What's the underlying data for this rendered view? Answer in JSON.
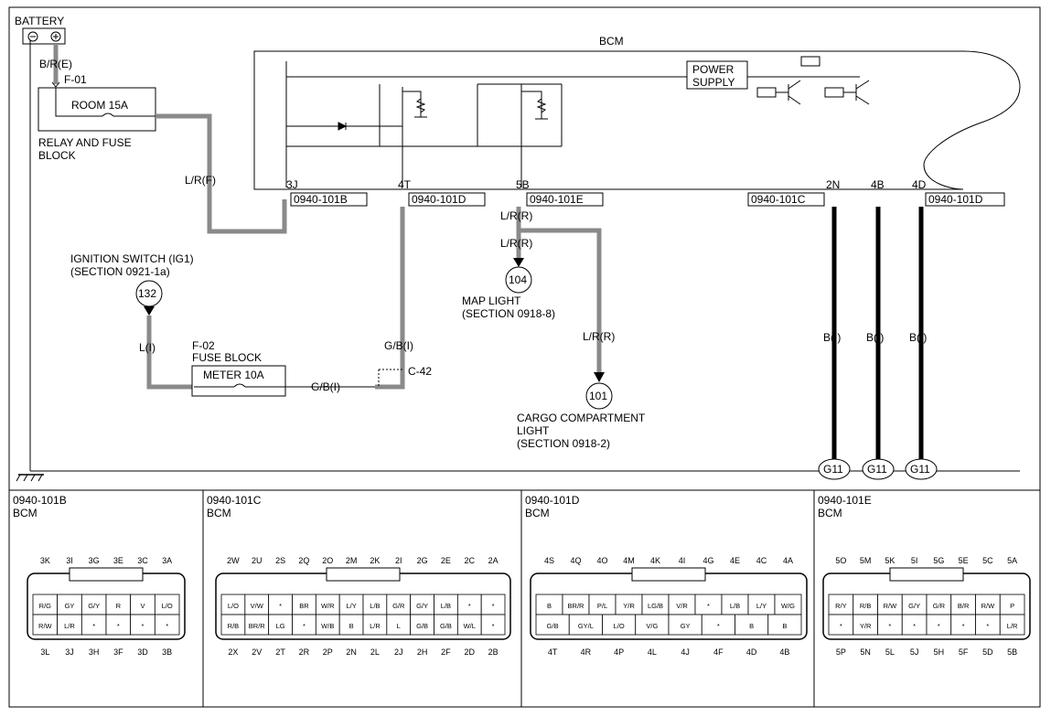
{
  "battery": {
    "label": "BATTERY"
  },
  "fuses": {
    "room": {
      "id": "F-01",
      "name": "ROOM 15A",
      "block": [
        "RELAY AND FUSE",
        "BLOCK"
      ]
    },
    "meter": {
      "id": "F-02",
      "block": "FUSE BLOCK",
      "name": "METER 10A"
    }
  },
  "wires": {
    "battery_feed": "B/R(E)",
    "lrf": "L/R(F)",
    "li": "L(I)",
    "gbi": "G/B(I)",
    "lrr": "L/R(R)",
    "bi": "B(I)"
  },
  "bcm": {
    "label": "BCM",
    "power_supply": [
      "POWER",
      "SUPPLY"
    ]
  },
  "pins": [
    "3J",
    "4T",
    "5B",
    "2N",
    "4B",
    "4D"
  ],
  "connectors": [
    "0940-101B",
    "0940-101D",
    "0940-101E",
    "0940-101C",
    "0940-101D"
  ],
  "ignition": {
    "label": "IGNITION SWITCH (IG1)",
    "section": "(SECTION 0921-1a)",
    "ref": "132"
  },
  "connector_c42": "C-42",
  "map_light": {
    "ref": "104",
    "label": "MAP LIGHT",
    "section": "(SECTION 0918-8)"
  },
  "cargo_light": {
    "ref": "101",
    "label": "CARGO COMPARTMENT",
    "label2": "LIGHT",
    "section": "(SECTION 0918-2)"
  },
  "ground": "G11",
  "panels": [
    {
      "id": "0940-101B",
      "sub": "BCM",
      "top": [
        "3K",
        "3I",
        "3G",
        "3E",
        "3C",
        "3A"
      ],
      "row1": [
        "R/G",
        "GY",
        "G/Y",
        "R",
        "V",
        "L/O"
      ],
      "row2": [
        "R/W",
        "L/R",
        "*",
        "*",
        "*",
        "*"
      ],
      "bottom": [
        "3L",
        "3J",
        "3H",
        "3F",
        "3D",
        "3B"
      ]
    },
    {
      "id": "0940-101C",
      "sub": "BCM",
      "top": [
        "2W",
        "2U",
        "2S",
        "2Q",
        "2O",
        "2M",
        "2K",
        "2I",
        "2G",
        "2E",
        "2C",
        "2A"
      ],
      "row1": [
        "L/O",
        "V/W",
        "*",
        "BR",
        "W/R",
        "L/Y",
        "L/B",
        "G/R",
        "G/Y",
        "L/B",
        "*",
        "*"
      ],
      "row2": [
        "R/B",
        "BR/R",
        "LG",
        "*",
        "W/B",
        "B",
        "L/R",
        "L",
        "G/B",
        "G/B",
        "W/L",
        "*"
      ],
      "bottom": [
        "2X",
        "2V",
        "2T",
        "2R",
        "2P",
        "2N",
        "2L",
        "2J",
        "2H",
        "2F",
        "2D",
        "2B"
      ]
    },
    {
      "id": "0940-101D",
      "sub": "BCM",
      "top": [
        "4S",
        "4Q",
        "4O",
        "4M",
        "4K",
        "4I",
        "4G",
        "4E",
        "4C",
        "4A"
      ],
      "row1": [
        "B",
        "BR/R",
        "P/L",
        "Y/R",
        "LG/B",
        "V/R",
        "*",
        "L/B",
        "L/Y",
        "W/G"
      ],
      "row2": [
        "G/B",
        "GY/L",
        "L/O",
        "V/G",
        "GY",
        "*",
        "B",
        "B"
      ],
      "bottom": [
        "4T",
        "4R",
        "4P",
        "4L",
        "4J",
        "4F",
        "4D",
        "4B"
      ]
    },
    {
      "id": "0940-101E",
      "sub": "BCM",
      "top": [
        "5O",
        "5M",
        "5K",
        "5I",
        "5G",
        "5E",
        "5C",
        "5A"
      ],
      "row1": [
        "R/Y",
        "R/B",
        "R/W",
        "G/Y",
        "G/R",
        "B/R",
        "R/W",
        "P"
      ],
      "row2": [
        "*",
        "Y/R",
        "*",
        "*",
        "*",
        "*",
        "*",
        "L/R"
      ],
      "bottom": [
        "5P",
        "5N",
        "5L",
        "5J",
        "5H",
        "5F",
        "5D",
        "5B"
      ]
    }
  ]
}
